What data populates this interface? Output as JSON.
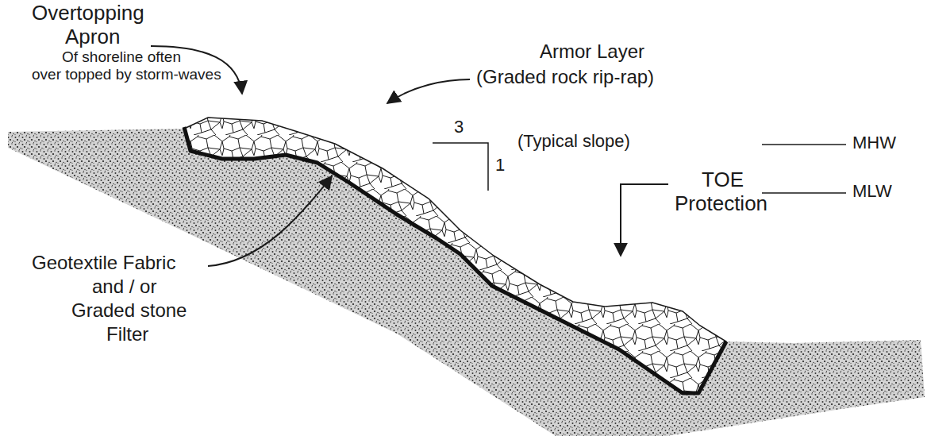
{
  "diagram": {
    "labels": [
      "Overtopping",
      "Apron",
      "Of shoreline often",
      "over topped by storm-waves",
      "Armor Layer",
      "(Graded rock rip-rap)",
      "3",
      "(Typical slope)",
      "1",
      "MHW",
      "MLW",
      "TOE",
      "Protection",
      "Geotextile Fabric",
      "and / or",
      "Graded stone",
      "Filter"
    ]
  }
}
